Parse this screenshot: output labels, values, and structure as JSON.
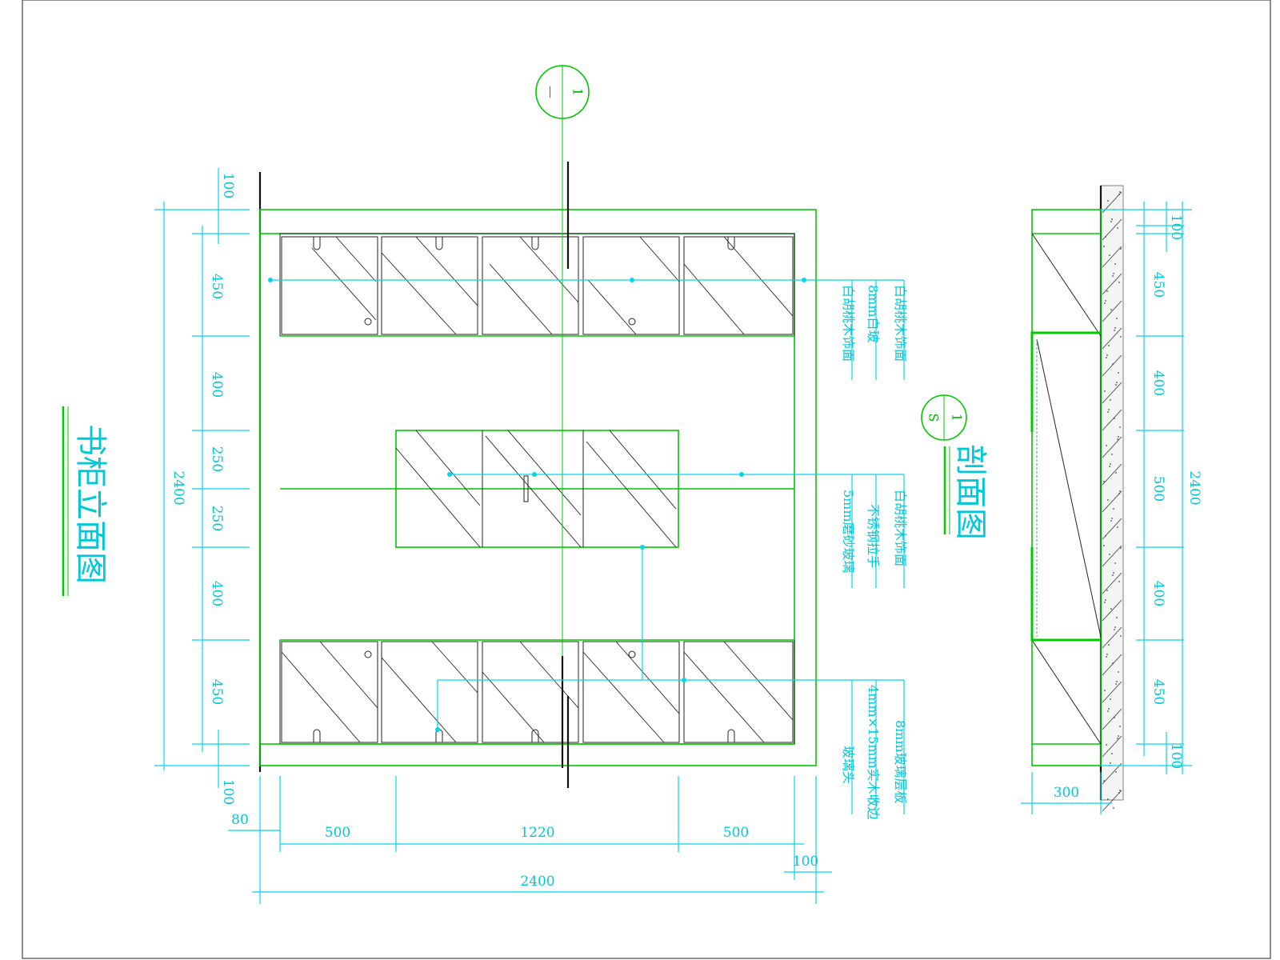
{
  "elevation": {
    "title": "书柜立面图",
    "section_mark": {
      "number": "1",
      "ref": "—"
    },
    "dims_left": {
      "total": "2400",
      "top": "100",
      "bottom": "100",
      "segments": [
        "450",
        "400",
        "250",
        "250",
        "400",
        "450"
      ]
    },
    "dims_bottom": {
      "segments": [
        "500",
        "1220",
        "500"
      ],
      "total": "2400",
      "left_offset": "80",
      "right_offset": "100"
    },
    "notes_top": [
      "白胡桃木饰面",
      "8mm白玻",
      "白胡桃木饰面"
    ],
    "notes_mid": [
      "白胡桃木饰面",
      "不锈钢拉手",
      "5mm磨砂玻璃"
    ],
    "notes_bottom": [
      "8mm玻璃层板",
      "4mm×15mm实木收边",
      "玻璃头"
    ]
  },
  "section": {
    "title": "剖面图",
    "mark": {
      "number": "1",
      "ref": "S"
    },
    "dims_right": {
      "total": "2400",
      "segments": [
        "100",
        "450",
        "400",
        "500",
        "400",
        "450",
        "100"
      ]
    },
    "dim_bottom": "300"
  },
  "colors": {
    "outline": "#00c800",
    "dimension": "#00d8e8",
    "glass": "#222222"
  }
}
